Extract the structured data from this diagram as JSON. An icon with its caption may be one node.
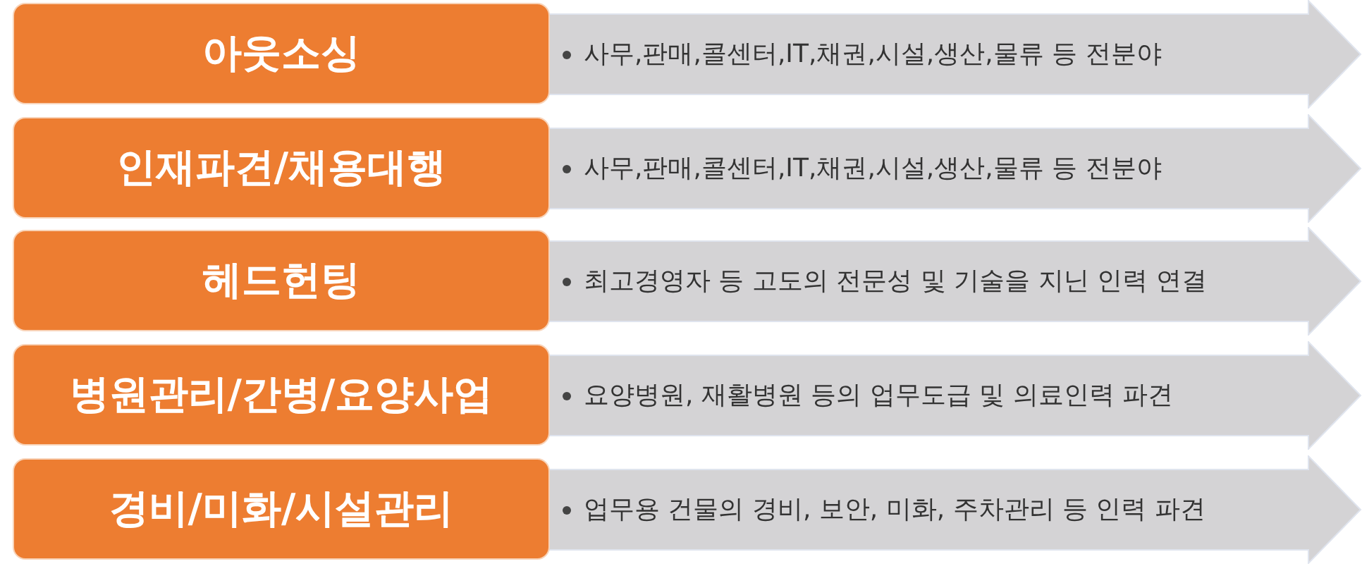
{
  "diagram": {
    "nodes": [
      {
        "text": [
          "아웃소싱"
        ]
      },
      {
        "text": [
          "사무,판매,콜센터,IT,채권,시설,생산,물류 등 전분야"
        ]
      },
      {
        "text": [
          "인재파견/채용대행"
        ]
      },
      {
        "text": [
          "사무,판매,콜센터,IT,채권,시설,생산,물류 등 전분야"
        ]
      },
      {
        "text": [
          "헤드헌팅"
        ]
      },
      {
        "text": [
          "최고경영자 등 고도의 전문성 및 기술을 지닌 인력 연결"
        ]
      },
      {
        "text": [
          "병원관리/간병/요양사업"
        ]
      },
      {
        "text": [
          "요양병원, 재활병원 등의 업무도급 및 의료인력 파견"
        ]
      },
      {
        "text": [
          "경비/미화/시설관리"
        ]
      },
      {
        "text": [
          "업무용 건물의 경비, 보안, 미화, 주차관리 등 인력 파견"
        ]
      }
    ]
  }
}
